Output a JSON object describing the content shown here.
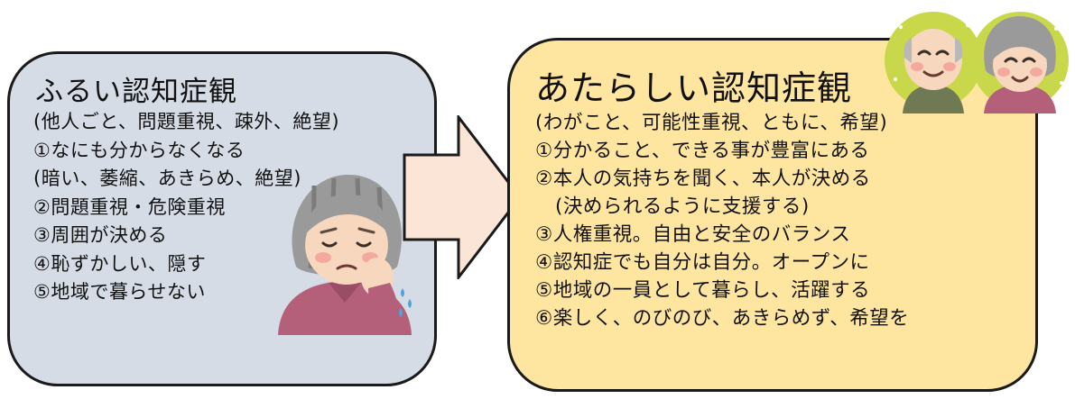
{
  "old_view": {
    "title": "ふるい認知症観",
    "lines": [
      "(他人ごと、問題重視、疎外、絶望)",
      "①なにも分からなくなる",
      "(暗い、萎縮、あきらめ、絶望)",
      "②問題重視・危険重視",
      "③周囲が決める",
      "④恥ずかしい、隠す",
      "⑤地域で暮らせない"
    ]
  },
  "new_view": {
    "title": "あたらしい認知症観",
    "lines": [
      "(わがこと、可能性重視、ともに、希望)",
      "①分かること、できる事が豊富にある",
      "②本人の気持ちを聞く、本人が決める",
      "　(決められるように支援する)",
      "③人権重視。自由と安全のバランス",
      "④認知症でも自分は自分。オープンに",
      "⑤地域の一員として暮らし、活躍する",
      "⑥楽しく、のびのび、あきらめず、希望を"
    ]
  },
  "colors": {
    "old_panel_fill": "#d6dce6",
    "new_panel_fill": "#ffe6a0",
    "arrow_fill": "#fbe5d6",
    "outline": "#1a1a1a",
    "icon_badge": "#c9d84a"
  },
  "icons": {
    "arrow": "right-arrow-icon",
    "old_illustration": "sad-elderly-woman-icon",
    "new_illustration": "smiling-elderly-couple-icon"
  }
}
